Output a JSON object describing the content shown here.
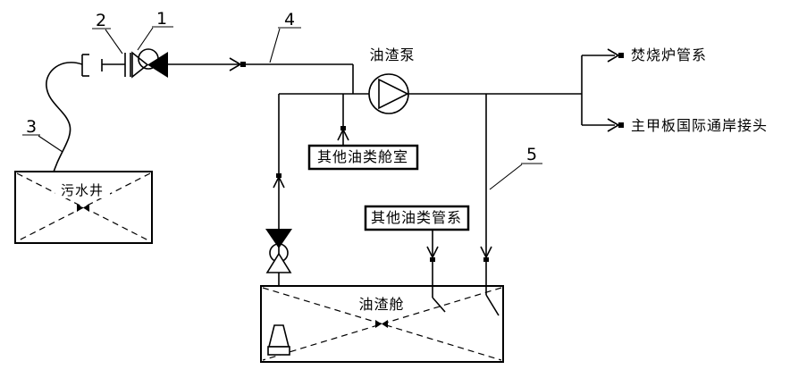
{
  "colors": {
    "line": "#000000",
    "background": "#ffffff"
  },
  "callouts": {
    "c1": "1",
    "c2": "2",
    "c3": "3",
    "c4": "4",
    "c5": "5"
  },
  "equipment": {
    "pump_label": "油渣泵",
    "sewage_well_label": "污水井",
    "sludge_tank_label": "油渣舱"
  },
  "connections": {
    "other_oil_compartments": "其他油类舱室",
    "other_oil_piping": "其他油类管系",
    "incinerator_piping": "焚烧炉管系",
    "shore_connection": "主甲板国际通岸接头"
  }
}
